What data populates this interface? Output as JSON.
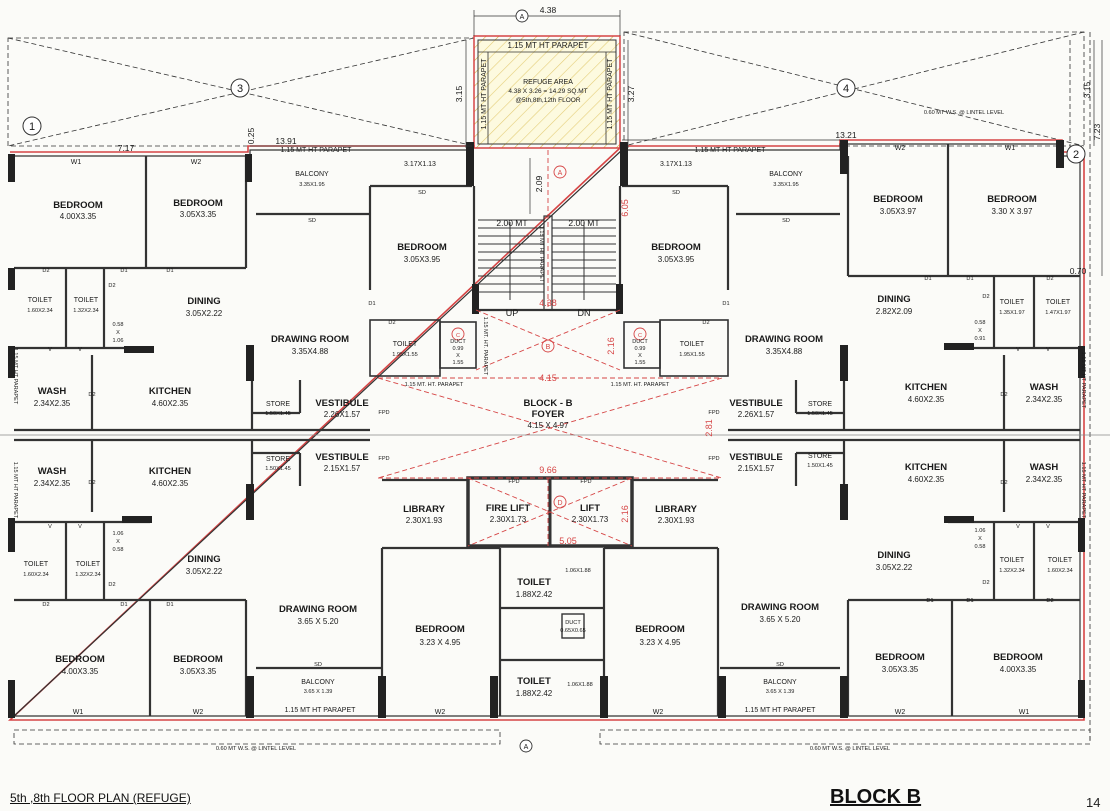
{
  "caption": "5th ,8th FLOOR PLAN  (REFUGE)",
  "block_title": "BLOCK B",
  "page_number": "14",
  "refuge": {
    "parapet": "1.15 MT HT PARAPET",
    "title": "REFUGE AREA",
    "area": "4.38 X 3.26 = 14.29 SQ.MT",
    "floors": "@5th,8th,12th FLOOR",
    "side_parapet": "1.15 MT HT PARAPET"
  },
  "dimensions": {
    "top_width": "4.38",
    "refuge_height_left": "3.15",
    "refuge_height_right": "3.27",
    "right_top": "3.15",
    "right_side": "7.23",
    "left_wing": "13.91",
    "right_wing": "13.21",
    "left_offset": "0.25",
    "right_offset": "0.70",
    "left_small": "7.17",
    "stair_landing": "2.09",
    "stair_right": "6.05",
    "stair_left": "2.00 MT",
    "stair_right_w": "2.00 MT",
    "stair_width": "4.38",
    "foyer_width": "4.15",
    "foyer_height": "2.81",
    "lift_width": "5.05",
    "lift_height": "2.16",
    "duct_height": "2.16",
    "lobby_width": "9.66"
  },
  "grid_markers": [
    "1",
    "2",
    "3",
    "4"
  ],
  "axis_markers": [
    "A",
    "B",
    "C",
    "D"
  ],
  "labels": {
    "parapet": "1.15 MT HT PARAPET",
    "ws_lintel": "0.60 MT W.S. @ LINTEL LEVEL",
    "stair_parapet": "1.15 MT HT PARAPET",
    "up": "UP",
    "dn": "DN",
    "duct_parapet": "1.15 MT. HT. PARAPET",
    "w1": "W1",
    "w2": "W2",
    "d1": "D1",
    "d2": "D2",
    "sd": "SD",
    "v": "V",
    "fpd": "FPD",
    "x": "X"
  },
  "rooms": {
    "bed_tl1": {
      "name": "BEDROOM",
      "size": "4.00X3.35"
    },
    "bed_tl2": {
      "name": "BEDROOM",
      "size": "3.05X3.35"
    },
    "balcony_tl": {
      "name": "BALCONY",
      "size": "3.35X1.95"
    },
    "balcony_tl_dim": "3.17X1.13",
    "bed_tc_l": {
      "name": "BEDROOM",
      "size": "3.05X3.95"
    },
    "bed_tc_r": {
      "name": "BEDROOM",
      "size": "3.05X3.95"
    },
    "balcony_tr_dim": "3.17X1.13",
    "balcony_tr": {
      "name": "BALCONY",
      "size": "3.35X1.95"
    },
    "bed_tr1": {
      "name": "BEDROOM",
      "size": "3.05X3.97"
    },
    "bed_tr2": {
      "name": "BEDROOM",
      "size": "3.30 X 3.97"
    },
    "toilet_tl1": {
      "name": "TOILET",
      "size": "1.60X2.34"
    },
    "toilet_tl2": {
      "name": "TOILET",
      "size": "1.32X2.34"
    },
    "opening_tl": {
      "a": "0.58",
      "b": "1.06"
    },
    "dining_tl": {
      "name": "DINING",
      "size": "3.05X2.22"
    },
    "drawing_tl": {
      "name": "DRAWING ROOM",
      "size": "3.35X4.88"
    },
    "toilet_tc_l": {
      "name": "TOILET",
      "size": "1.95X1.55"
    },
    "duct_l": {
      "name": "DUCT",
      "a": "0.99",
      "b": "1.55"
    },
    "duct_r": {
      "name": "DUCT",
      "a": "0.99",
      "b": "1.55"
    },
    "toilet_tc_r": {
      "name": "TOILET",
      "size": "1.95X1.55"
    },
    "drawing_tr": {
      "name": "DRAWING ROOM",
      "size": "3.35X4.88"
    },
    "dining_tr": {
      "name": "DINING",
      "size": "2.82X2.09"
    },
    "opening_tr": {
      "a": "0.58",
      "b": "0.91"
    },
    "toilet_tr1": {
      "name": "TOILET",
      "size": "1.35X1.97"
    },
    "toilet_tr2": {
      "name": "TOILET",
      "size": "1.47X1.97"
    },
    "wash_tl": {
      "name": "WASH",
      "size": "2.34X2.35"
    },
    "kitchen_tl": {
      "name": "KITCHEN",
      "size": "4.60X2.35"
    },
    "store_tl": {
      "name": "STORE",
      "size": "1.50X1.45"
    },
    "vestibule_tl": {
      "name": "VESTIBULE",
      "size": "2.26X1.57"
    },
    "foyer": {
      "name": "BLOCK - B",
      "sub": "FOYER",
      "size": "4.15 X 4.97"
    },
    "vestibule_tr": {
      "name": "VESTIBULE",
      "size": "2.26X1.57"
    },
    "store_tr": {
      "name": "STORE",
      "size": "1.50X1.45"
    },
    "kitchen_tr": {
      "name": "KITCHEN",
      "size": "4.60X2.35"
    },
    "wash_tr": {
      "name": "WASH",
      "size": "2.34X2.35"
    },
    "wash_bl": {
      "name": "WASH",
      "size": "2.34X2.35"
    },
    "kitchen_bl": {
      "name": "KITCHEN",
      "size": "4.60X2.35"
    },
    "store_bl": {
      "name": "STORE",
      "size": "1.50X1.45"
    },
    "vestibule_bl": {
      "name": "VESTIBULE",
      "size": "2.15X1.57"
    },
    "vestibule_br": {
      "name": "VESTIBULE",
      "size": "2.15X1.57"
    },
    "store_br": {
      "name": "STORE",
      "size": "1.50X1.45"
    },
    "kitchen_br": {
      "name": "KITCHEN",
      "size": "4.60X2.35"
    },
    "wash_br": {
      "name": "WASH",
      "size": "2.34X2.35"
    },
    "library_l": {
      "name": "LIBRARY",
      "size": "2.30X1.93"
    },
    "fire_lift": {
      "name": "FIRE LIFT",
      "size": "2.30X1.73"
    },
    "lift": {
      "name": "LIFT",
      "size": "2.30X1.73"
    },
    "library_r": {
      "name": "LIBRARY",
      "size": "2.30X1.93"
    },
    "toilet_bl1": {
      "name": "TOILET",
      "size": "1.60X2.34"
    },
    "toilet_bl2": {
      "name": "TOILET",
      "size": "1.32X2.34"
    },
    "opening_bl": {
      "a": "1.06",
      "b": "0.58"
    },
    "dining_bl": {
      "name": "DINING",
      "size": "3.05X2.22"
    },
    "drawing_bl": {
      "name": "DRAWING ROOM",
      "size": "3.65 X 5.20"
    },
    "toilet_bc_top": {
      "name": "TOILET",
      "size": "1.88X2.42"
    },
    "toilet_bc_side1": "1.06X1.88",
    "duct_bc": {
      "name": "DUCT",
      "size": "0.65X0.65"
    },
    "toilet_bc_bottom": {
      "name": "TOILET",
      "size": "1.88X2.42"
    },
    "toilet_bc_side2": "1.06X1.88",
    "bed_bc_l": {
      "name": "BEDROOM",
      "size": "3.23 X 4.95"
    },
    "bed_bc_r": {
      "name": "BEDROOM",
      "size": "3.23 X 4.95"
    },
    "drawing_br": {
      "name": "DRAWING ROOM",
      "size": "3.65 X 5.20"
    },
    "dining_br": {
      "name": "DINING",
      "size": "3.05X2.22"
    },
    "opening_br": {
      "a": "1.06",
      "b": "0.58"
    },
    "toilet_br1": {
      "name": "TOILET",
      "size": "1.32X2.34"
    },
    "toilet_br2": {
      "name": "TOILET",
      "size": "1.60X2.34"
    },
    "bed_bl1": {
      "name": "BEDROOM",
      "size": "4.00X3.35"
    },
    "bed_bl2": {
      "name": "BEDROOM",
      "size": "3.05X3.35"
    },
    "balcony_bl": {
      "name": "BALCONY",
      "size": "3.65 X 1.39"
    },
    "balcony_br": {
      "name": "BALCONY",
      "size": "3.65 X 1.39"
    },
    "bed_br1": {
      "name": "BEDROOM",
      "size": "3.05X3.35"
    },
    "bed_br2": {
      "name": "BEDROOM",
      "size": "4.00X3.35"
    }
  }
}
